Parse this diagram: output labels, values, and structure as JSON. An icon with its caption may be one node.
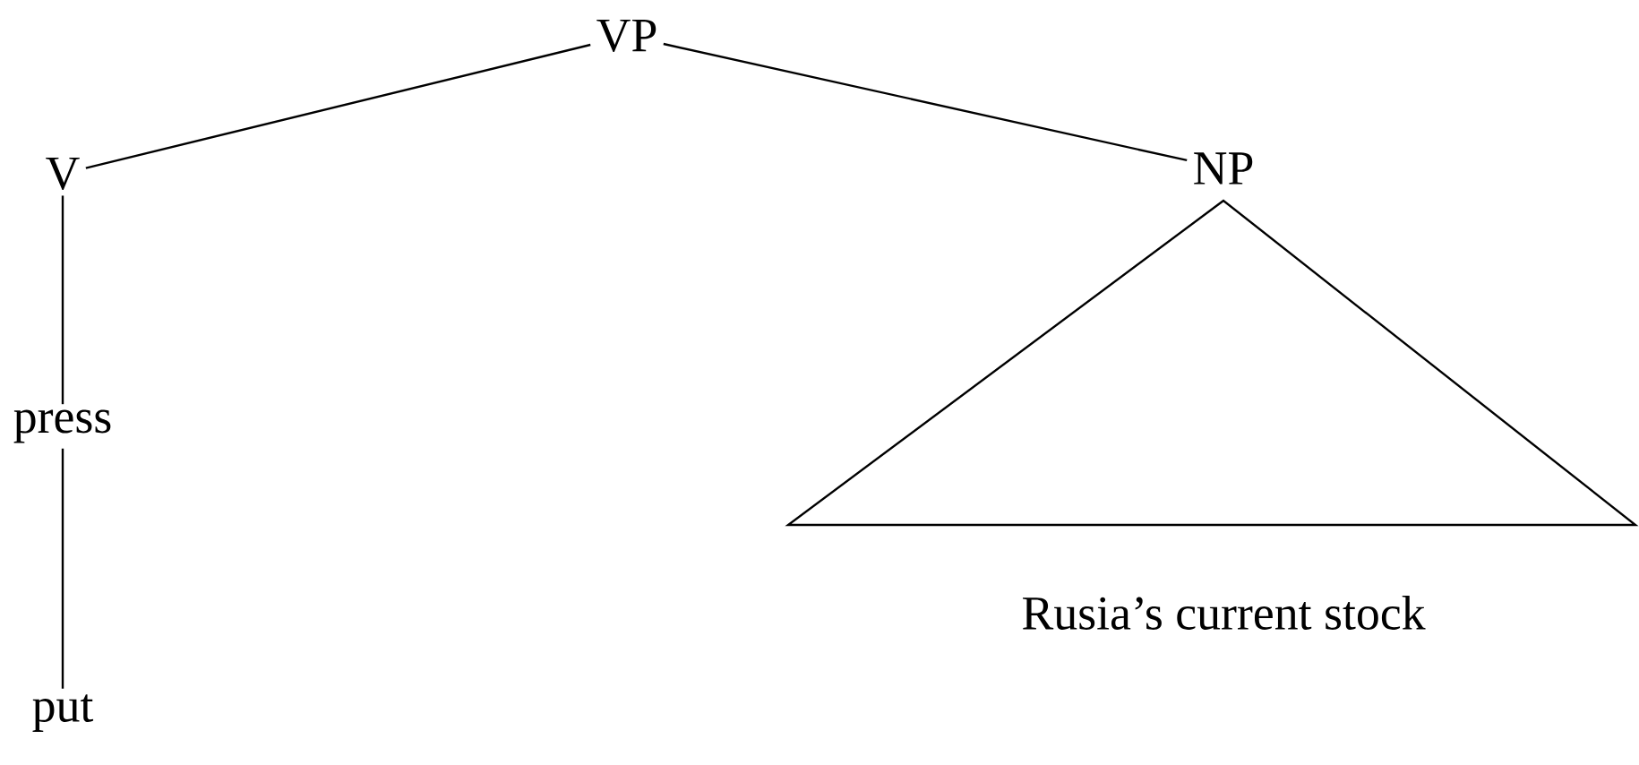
{
  "diagram": {
    "nodes": [
      {
        "text": [
          "VP"
        ]
      },
      {
        "text": [
          "V"
        ]
      },
      {
        "text": [
          "NP"
        ]
      },
      {
        "text": [
          "press"
        ]
      },
      {
        "text": [
          "put"
        ]
      },
      {
        "text": [
          "Rusia’s current stock"
        ]
      }
    ],
    "edges": [
      {
        "from": 0,
        "to": 1,
        "arrow": "none"
      },
      {
        "from": 0,
        "to": 2,
        "arrow": "none"
      },
      {
        "from": 1,
        "to": 3,
        "arrow": "none"
      },
      {
        "from": 3,
        "to": 4,
        "arrow": "none"
      }
    ]
  }
}
